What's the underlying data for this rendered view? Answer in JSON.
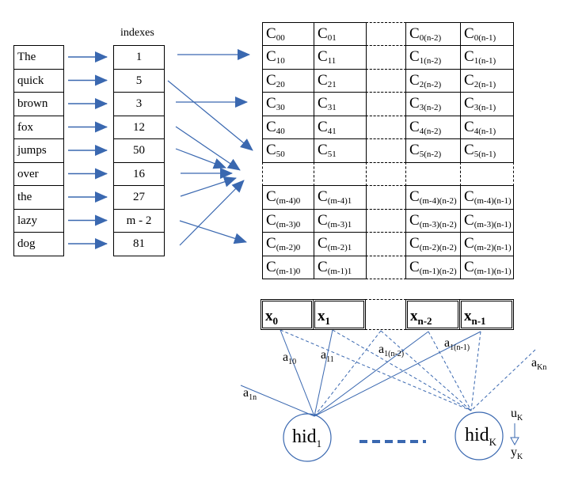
{
  "left": {
    "indexes_label": "indexes",
    "words": [
      "The",
      "quick",
      "brown",
      "fox",
      "jumps",
      "over",
      "the",
      "lazy",
      "dog"
    ],
    "indexes": [
      "1",
      "5",
      "3",
      "12",
      "50",
      "16",
      "27",
      "m - 2",
      "81"
    ]
  },
  "matrix": {
    "rows": [
      [
        "00",
        "01",
        "",
        "0(n-2)",
        "0(n-1)"
      ],
      [
        "10",
        "11",
        "",
        "1(n-2)",
        "1(n-1)"
      ],
      [
        "20",
        "21",
        "",
        "2(n-2)",
        "2(n-1)"
      ],
      [
        "30",
        "31",
        "",
        "3(n-2)",
        "3(n-1)"
      ],
      [
        "40",
        "41",
        "",
        "4(n-2)",
        "4(n-1)"
      ],
      [
        "50",
        "51",
        "",
        "5(n-2)",
        "5(n-1)"
      ],
      null,
      [
        "(m-4)0",
        "(m-4)1",
        "",
        "(m-4)(n-2)",
        "(m-4)(n-1)"
      ],
      [
        "(m-3)0",
        "(m-3)1",
        "",
        "(m-3)(n-2)",
        "(m-3)(n-1)"
      ],
      [
        "(m-2)0",
        "(m-2)1",
        "",
        "(m-2)(n-2)",
        "(m-2)(n-1)"
      ],
      [
        "(m-1)0",
        "(m-1)1",
        "",
        "(m-1)(n-2)",
        "(m-1)(n-1)"
      ]
    ],
    "cell_symbol": "C"
  },
  "input_vector": {
    "symbol": "x",
    "cells": [
      "0",
      "1",
      "",
      "n-2",
      "n-1"
    ]
  },
  "weights": {
    "symbol": "a",
    "labels": [
      {
        "id": "a10",
        "sub": "10"
      },
      {
        "id": "a11",
        "sub": "11"
      },
      {
        "id": "a1n-2",
        "sub": "1(n-2)"
      },
      {
        "id": "a1n-1",
        "sub": "1(n-1)"
      },
      {
        "id": "aKn",
        "sub": "Kn"
      },
      {
        "id": "a1n",
        "sub": "1n"
      }
    ]
  },
  "hidden": {
    "hid1": {
      "text": "hid",
      "sub": "1"
    },
    "hidK": {
      "text": "hid",
      "sub": "K"
    },
    "uK": {
      "text": "u",
      "sub": "K"
    },
    "yK": {
      "text": "y",
      "sub": "K"
    }
  },
  "colors": {
    "arrow": "#3a68b0",
    "line": "#000000"
  }
}
